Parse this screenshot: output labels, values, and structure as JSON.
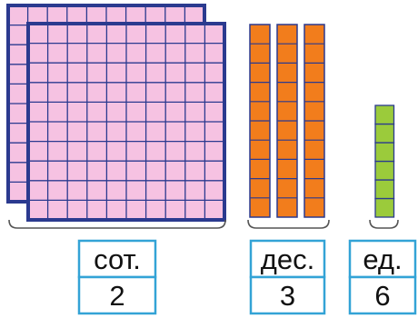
{
  "colors": {
    "hundreds_fill": "#f6c2e2",
    "hundreds_border": "#2b3a8f",
    "tens_fill": "#f27d1c",
    "ones_fill": "#9bcb3b",
    "unit_grid_line": "#2b3a8f",
    "brace": "#555555",
    "table_border": "#33a3d6"
  },
  "columns": [
    {
      "key": "hundreds",
      "header": "сот.",
      "value": "2",
      "count": 2
    },
    {
      "key": "tens",
      "header": "дес.",
      "value": "3",
      "count": 3
    },
    {
      "key": "ones",
      "header": "ед.",
      "value": "6",
      "count": 6
    }
  ]
}
